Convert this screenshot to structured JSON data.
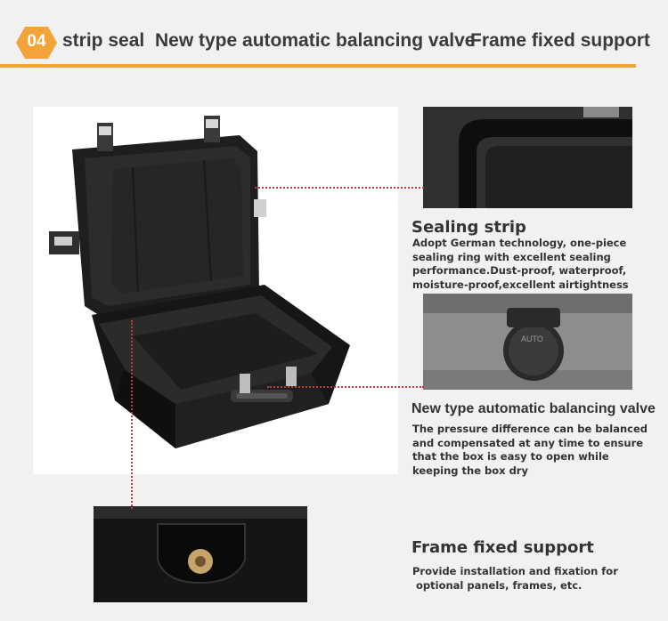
{
  "header": {
    "number": "04",
    "items": [
      "strip seal",
      "New type automatic balancing valve",
      "Frame fixed support"
    ]
  },
  "colors": {
    "accent": "#f2a43a",
    "guide_line": "#c0393b",
    "text": "#333333",
    "background": "#f1f1f1"
  },
  "features": [
    {
      "title": "Sealing strip",
      "lines": [
        "Adopt German technology, one-piece",
        "sealing ring with excellent sealing",
        "performance.Dust-proof, waterproof,",
        "moisture-proof,excellent airtightness"
      ]
    },
    {
      "title": "New type automatic balancing valve",
      "lines": [
        "The pressure difference can be balanced",
        "and compensated at any time to ensure",
        "that the box is easy to open while",
        "keeping the box dry"
      ]
    },
    {
      "title": "Frame fixed support",
      "lines": [
        "Provide installation and fixation for",
        " optional panels, frames, etc."
      ]
    }
  ],
  "valve_label": "AUTO"
}
